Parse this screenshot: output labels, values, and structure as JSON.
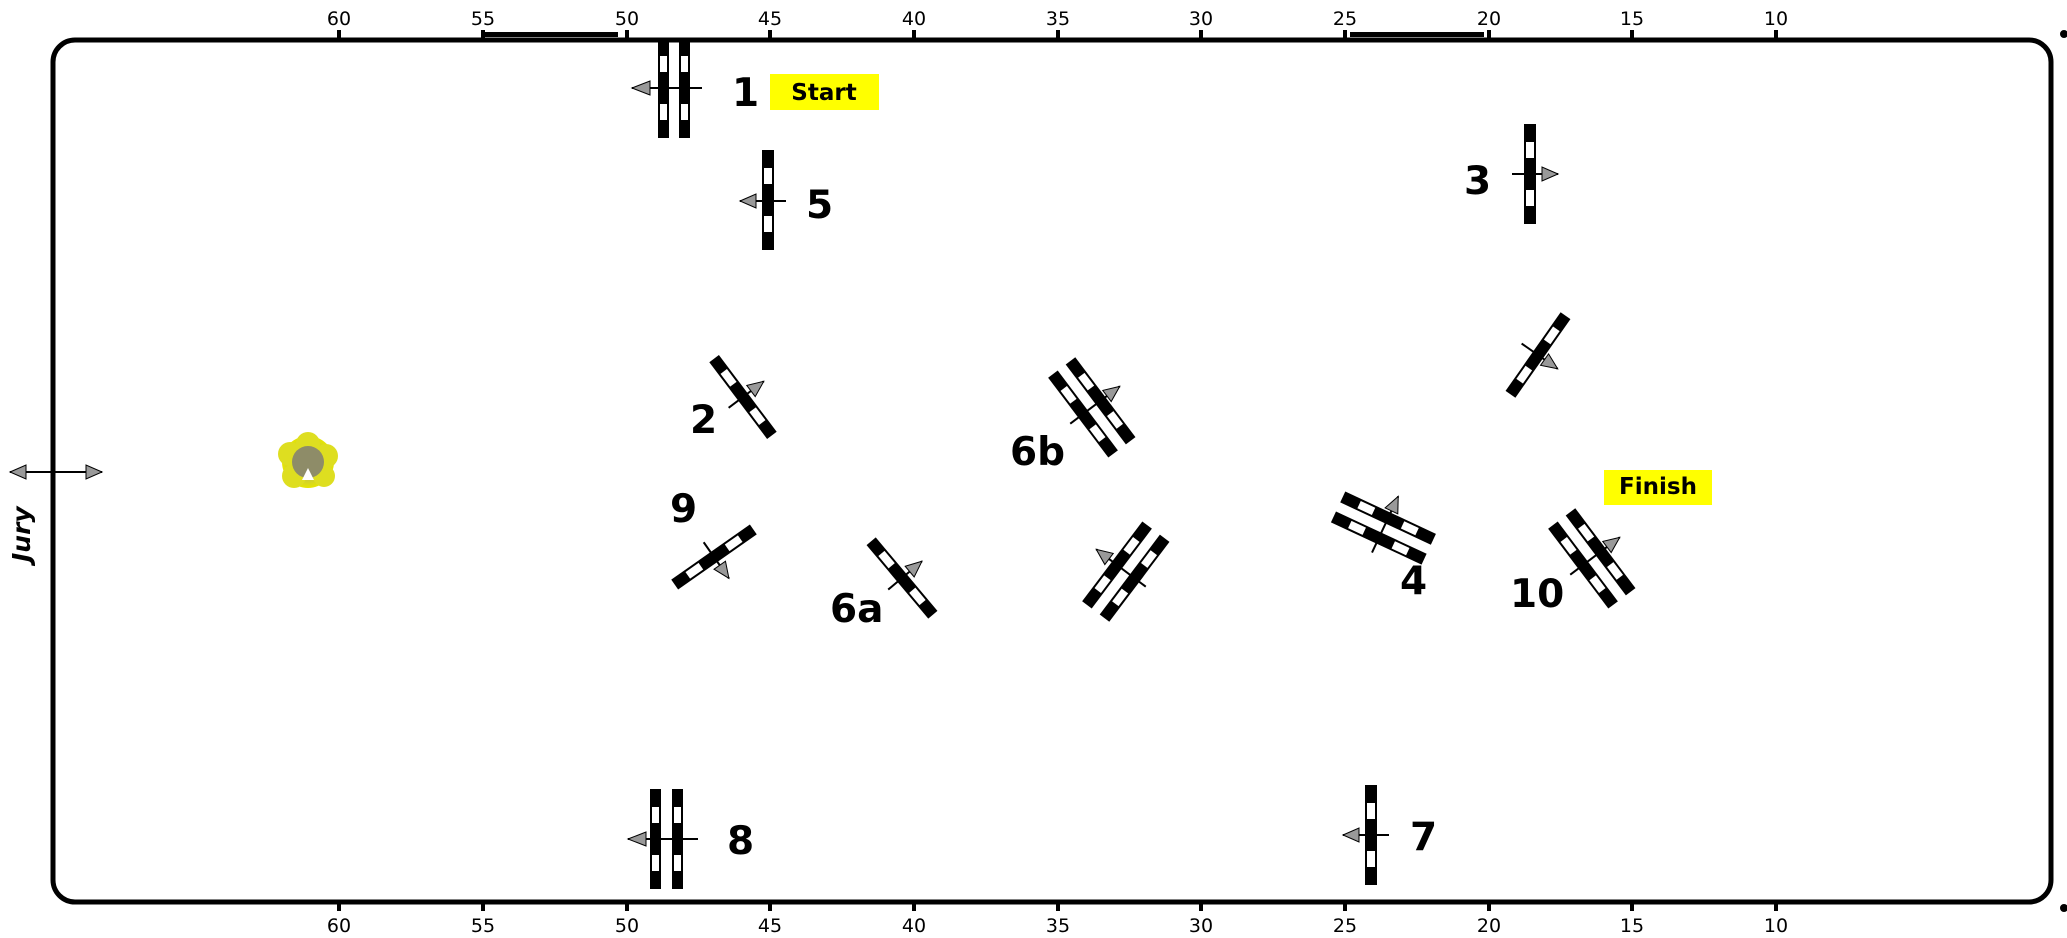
{
  "arena": {
    "border_color": "#000000",
    "axis_top": {
      "ticks": [
        "60",
        "55",
        "50",
        "45",
        "40",
        "35",
        "30",
        "25",
        "20",
        "15",
        "10"
      ]
    },
    "axis_bottom": {
      "ticks": [
        "60",
        "55",
        "50",
        "45",
        "40",
        "35",
        "30",
        "25",
        "20",
        "15",
        "10"
      ]
    }
  },
  "labels": {
    "start": "Start",
    "finish": "Finish",
    "jury": "Jury",
    "highlight_color": "#ffff00"
  },
  "jumps": [
    {
      "number": "1",
      "type": "oxer",
      "direction": "left"
    },
    {
      "number": "5",
      "type": "vertical",
      "direction": "left"
    },
    {
      "number": "3",
      "type": "vertical",
      "direction": "right"
    },
    {
      "number": "",
      "type": "vertical",
      "direction": "down-right"
    },
    {
      "number": "2",
      "type": "vertical",
      "direction": "up-right"
    },
    {
      "number": "6b",
      "type": "oxer",
      "direction": "up-right"
    },
    {
      "number": "9",
      "type": "vertical",
      "direction": "down-right"
    },
    {
      "number": "6a",
      "type": "vertical",
      "direction": "up-right"
    },
    {
      "number": "",
      "type": "oxer",
      "direction": "up-left"
    },
    {
      "number": "4",
      "type": "oxer",
      "direction": "up-left"
    },
    {
      "number": "10",
      "type": "oxer",
      "direction": "up-right"
    },
    {
      "number": "8",
      "type": "oxer",
      "direction": "left"
    },
    {
      "number": "7",
      "type": "vertical",
      "direction": "left"
    }
  ],
  "decor": {
    "tree_color": "#d8d800"
  },
  "jury_arrow": {
    "direction": "both"
  }
}
